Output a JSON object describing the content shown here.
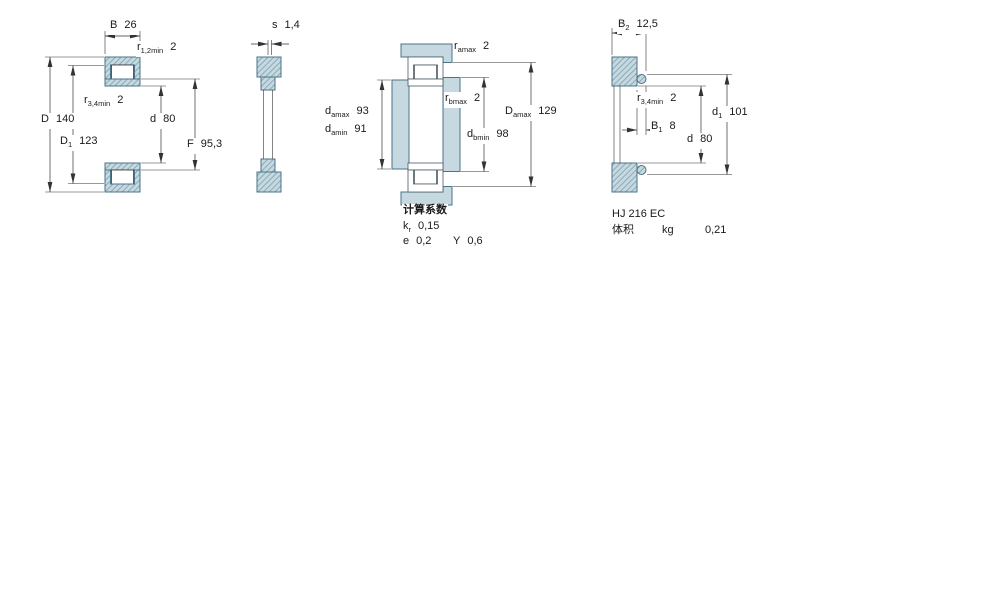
{
  "colors": {
    "steel_fill": "#c6d9e0",
    "steel_stroke": "#4a7387",
    "hatch_line": "#8aaab7",
    "line": "#333333"
  },
  "views": {
    "bearing": {
      "B": {
        "pre": "B",
        "sub": "",
        "val": "26"
      },
      "r12": {
        "pre": "r",
        "sub": "1,2min",
        "val": "2"
      },
      "r34": {
        "pre": "r",
        "sub": "3,4min",
        "val": "2"
      },
      "d": {
        "pre": "d",
        "sub": "",
        "val": "80"
      },
      "F": {
        "pre": "F",
        "sub": "",
        "val": "95,3"
      },
      "D1": {
        "pre": "D",
        "sub": "1",
        "val": "123"
      },
      "D": {
        "pre": "D",
        "sub": "",
        "val": "140"
      }
    },
    "inner_ring": {
      "s": {
        "pre": "s",
        "sub": "",
        "val": "1,4"
      }
    },
    "abutment": {
      "ramax": {
        "pre": "r",
        "sub": "amax",
        "val": "2"
      },
      "rbmax": {
        "pre": "r",
        "sub": "bmax",
        "val": "2"
      },
      "damax": {
        "pre": "d",
        "sub": "amax",
        "val": "93"
      },
      "damin": {
        "pre": "d",
        "sub": "amin",
        "val": "91"
      },
      "dbmin": {
        "pre": "d",
        "sub": "bmin",
        "val": "98"
      },
      "Damax": {
        "pre": "D",
        "sub": "amax",
        "val": "129"
      },
      "calc_title": "计算系数",
      "kr": {
        "pre": "k",
        "sub": "r",
        "val": "0,15"
      },
      "e": {
        "pre": "e",
        "sub": "",
        "val": "0,2"
      },
      "Y": {
        "pre": "Y",
        "sub": "",
        "val": "0,6"
      }
    },
    "angle_ring": {
      "B2": {
        "pre": "B",
        "sub": "2",
        "val": "12,5"
      },
      "r34": {
        "pre": "r",
        "sub": "3,4min",
        "val": "2"
      },
      "B1": {
        "pre": "B",
        "sub": "1",
        "val": "8"
      },
      "d": {
        "pre": "d",
        "sub": "",
        "val": "80"
      },
      "d1": {
        "pre": "d",
        "sub": "1",
        "val": "101"
      },
      "designation": "HJ 216 EC",
      "weight_label": "体积",
      "weight_unit": "kg",
      "weight_value": "0,21"
    }
  }
}
